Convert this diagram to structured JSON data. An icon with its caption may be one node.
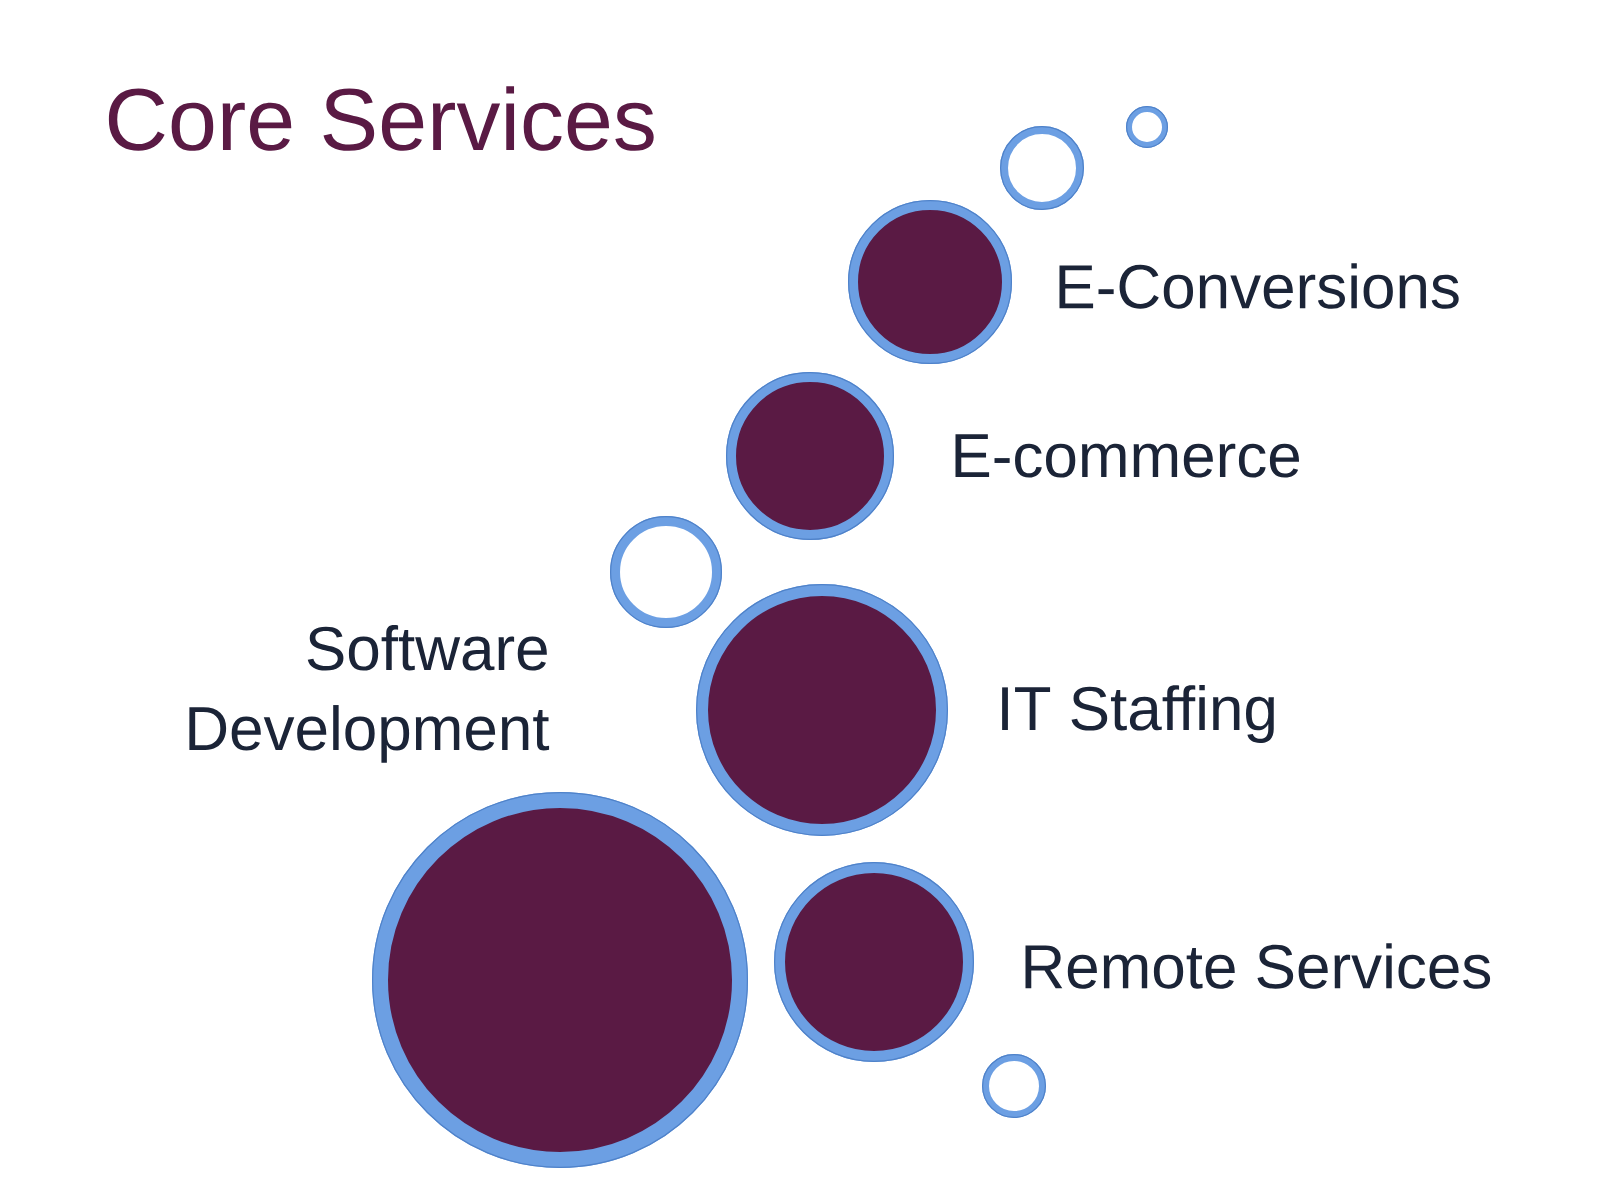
{
  "diagram": {
    "title": "Core Services",
    "nodes": [
      {
        "text": [],
        "shape": "ring"
      },
      {
        "text": [],
        "shape": "ring"
      },
      {
        "text": [],
        "shape": "circle",
        "beside": [
          "E-Conversions"
        ]
      },
      {
        "text": [],
        "shape": "circle",
        "beside": [
          "E-commerce"
        ]
      },
      {
        "text": [],
        "shape": "ring"
      },
      {
        "text": [],
        "shape": "circle",
        "beside": [
          "IT Staffing"
        ]
      },
      {
        "text": [],
        "shape": "circle",
        "beside": [
          "Software Development"
        ]
      },
      {
        "text": [],
        "shape": "circle",
        "beside": [
          "Remote Services"
        ]
      },
      {
        "text": [],
        "shape": "ring"
      }
    ]
  }
}
